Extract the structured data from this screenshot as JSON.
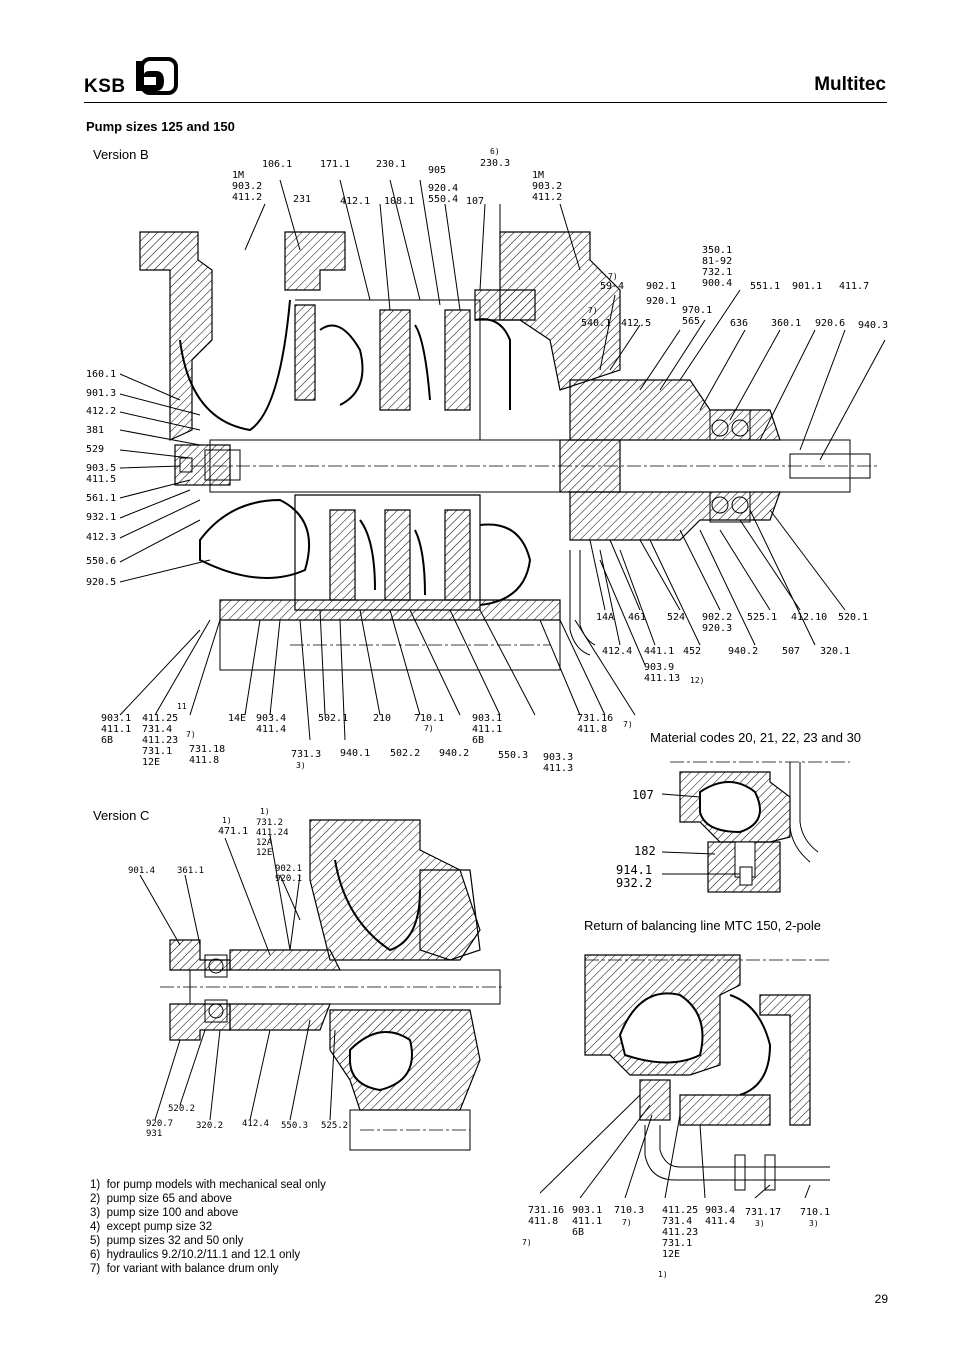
{
  "header": {
    "logo_text": "KSB",
    "doc_title": "Multitec"
  },
  "section_title": "Pump sizes 125 and 150",
  "captions": {
    "version_b": "Version B",
    "version_c": "Version C",
    "material_codes": "Material codes 20, 21, 22, 23 and 30",
    "balancing_line": "Return of balancing line MTC 150, 2-pole"
  },
  "labels_b": {
    "t1061": "106.1",
    "t1711": "171.1",
    "t2301": "230.1",
    "t905": "905",
    "t6": "6)",
    "t2303": "230.3",
    "t1m_l": "1M\n903.2\n411.2",
    "t231": "231",
    "t4121": "412.1",
    "t1081": "108.1",
    "t9204": "920.4\n550.4",
    "t107": "107",
    "t1m_r": "1M\n903.2\n411.2",
    "t3501": "350.1\n81-92\n732.1\n900.4",
    "t7a": "7)",
    "t594": "59-4",
    "t9021": "902.1",
    "t9201": "920.1",
    "t5511": "551.1",
    "t9011": "901.1",
    "t4117": "411.7",
    "t7b": "7)",
    "t5401": "540.1",
    "t4125": "412.5",
    "t9701": "970.1\n565",
    "t636": "636",
    "t3601": "360.1",
    "t9206": "920.6",
    "t9403": "940.3",
    "t1601": "160.1",
    "t9013": "901.3",
    "t4122": "412.2",
    "t381": "381",
    "t529": "529",
    "t9035": "903.5\n411.5",
    "t5611": "561.1",
    "t9321": "932.1",
    "t4123": "412.3",
    "t5506": "550.6",
    "t9205": "920.5",
    "t14a": "14A",
    "t461": "461",
    "t524": "524",
    "t9022": "902.2\n920.3",
    "t5251": "525.1",
    "t41210": "412.10",
    "t5201": "520.1",
    "t4124": "412.4",
    "t4411": "441.1",
    "t452": "452",
    "t9402": "940.2",
    "t507": "507",
    "t3201": "320.1",
    "t9039": "903.9\n411.13",
    "t12a": "12)",
    "t11a": "11",
    "t7c": "7)",
    "t9031": "903.1\n411.1\n6B",
    "t41125": "411.25\n731.4\n411.23\n731.1\n12E",
    "t73118": "731.18\n411.8",
    "t14e": "14E",
    "t9034": "903.4\n411.4",
    "t5021": "502.1",
    "t210": "210",
    "t7101": "710.1",
    "t7d": "7)",
    "t9031b": "903.1\n411.1\n6B",
    "t73116": "731.16\n411.8",
    "t7e": "7)",
    "t7313": "731.3",
    "t3a": "3)",
    "t9401": "940.1",
    "t5022": "502.2",
    "t9402b": "940.2",
    "t5503": "550.3",
    "t9033": "903.3\n411.3"
  },
  "labels_mat": {
    "t107": "107",
    "t182": "182",
    "t9141": "914.1\n932.2"
  },
  "labels_c": {
    "t1a": "1)",
    "t4711": "471.1",
    "t1b": "1)",
    "t7312": "731.2\n411.24\n12A\n12E",
    "t9014": "901.4",
    "t3611": "361.1",
    "t9021c": "902.1\n920.1",
    "t5202": "520.2",
    "t9207": "920.7\n931",
    "t3202": "320.2",
    "t4124c": "412.4",
    "t5503c": "550.3",
    "t5252": "525.2"
  },
  "labels_bal": {
    "t73116": "731.16\n411.8",
    "t7a": "7)",
    "t9031": "903.1\n411.1\n6B",
    "t7103": "710.3",
    "t7b": "7)",
    "t41125": "411.25\n731.4\n411.23\n731.1\n12E",
    "t1a": "1)",
    "t9034": "903.4\n411.4",
    "t73117": "731.17",
    "t3a": "3)",
    "t7101": "710.1",
    "t3b": "3)"
  },
  "footnotes": [
    "1)  for pump models with mechanical seal only",
    "2)  pump size 65 and above",
    "3)  pump size 100 and above",
    "4)  except pump size 32",
    "5)  pump sizes 32 and 50 only",
    "6)  hydraulics 9.2/10.2/11.1 and 12.1 only",
    "7)  for variant with balance drum only"
  ],
  "page_number": "29"
}
